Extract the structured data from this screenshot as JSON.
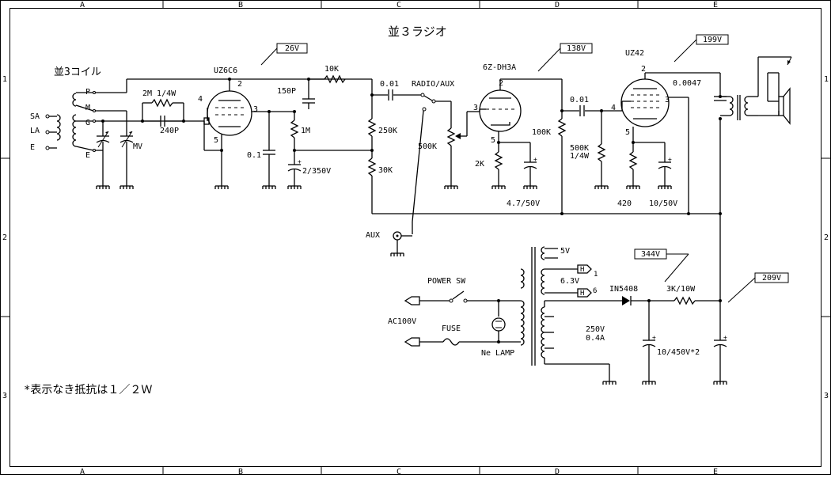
{
  "title": "並３ラジオ",
  "note": "*表示なき抵抗は１／２Ｗ",
  "grid": {
    "columns": [
      "A",
      "B",
      "C",
      "D",
      "E"
    ],
    "rows": [
      "1",
      "2",
      "3"
    ]
  },
  "voltage_tags": [
    "26V",
    "138V",
    "199V",
    "344V",
    "209V"
  ],
  "tubes": {
    "v1": "UZ6C6",
    "v2": "6Z-DH3A",
    "v3": "UZ42"
  },
  "coil": {
    "name": "並3コイル",
    "pins": [
      "P",
      "M",
      "G",
      "E"
    ],
    "antenna": [
      "SA",
      "LA",
      "E"
    ],
    "mv": "MV"
  },
  "pins": {
    "v1": [
      "2",
      "4",
      "3",
      "5"
    ],
    "v2": [
      "2",
      "3",
      "5"
    ],
    "v3": [
      "2",
      "4",
      "3",
      "5"
    ]
  },
  "labels": {
    "r_grid_leak": "2M 1/4W",
    "c_grid": "240P",
    "r_10k": "10K",
    "c_150p": "150P",
    "c_01": "0.1",
    "r_1m": "1M",
    "c_2_350": "2/350V",
    "r_250k": "250K",
    "r_30k": "30K",
    "c_001_a": "0.01",
    "switch": "RADIO/AUX",
    "vol": "500K",
    "aux": "AUX",
    "r_2k": "2K",
    "c_47_50": "4.7/50V",
    "r_100k": "100K",
    "c_001_b": "0.01",
    "r_500k": "500K",
    "r_500k_w": "1/4W",
    "r_420": "420",
    "c_10_50": "10/50V",
    "c_0047": "0.0047",
    "pt_5v": "5V",
    "pt_63v": "6.3V",
    "pt_h1": "1",
    "pt_h6": "6",
    "h": "H",
    "diode": "IN5408",
    "r_3k": "3K/10W",
    "pt_250v": "250V",
    "pt_04a": "0.4A",
    "power_sw": "POWER SW",
    "ac100v": "AC100V",
    "fuse": "FUSE",
    "ne_lamp": "Ne LAMP",
    "c_10_450": "10/450V*2"
  }
}
